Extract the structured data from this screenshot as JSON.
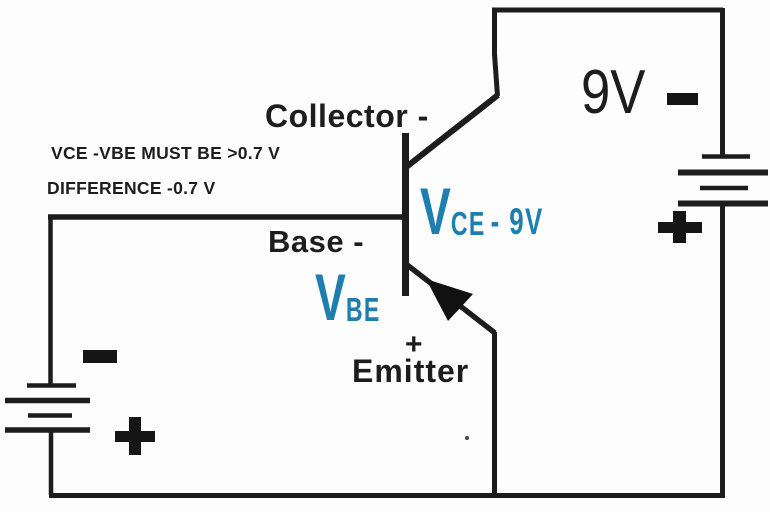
{
  "diagram": {
    "notes": {
      "line1": "VCE -VBE MUST BE >0.7 V",
      "line2": "DIFFERENCE -0.7 V"
    },
    "transistor": {
      "collector_label": "Collector -",
      "base_label": "Base -",
      "emitter_label": "Emitter",
      "emitter_polarity": "+"
    },
    "voltage_labels": {
      "vce": {
        "symbol": "V",
        "subscript": "CE",
        "value": "- 9V"
      },
      "vbe": {
        "symbol": "V",
        "subscript": "BE"
      }
    },
    "battery_right": {
      "label": "9V",
      "top_polarity": "-",
      "bottom_polarity": "+"
    },
    "battery_left": {
      "top_polarity": "-",
      "bottom_polarity": "+"
    }
  },
  "colors": {
    "wire": "#1d1d1d",
    "accent_teal": "#1e7fae",
    "background": "#fdfdfd"
  }
}
